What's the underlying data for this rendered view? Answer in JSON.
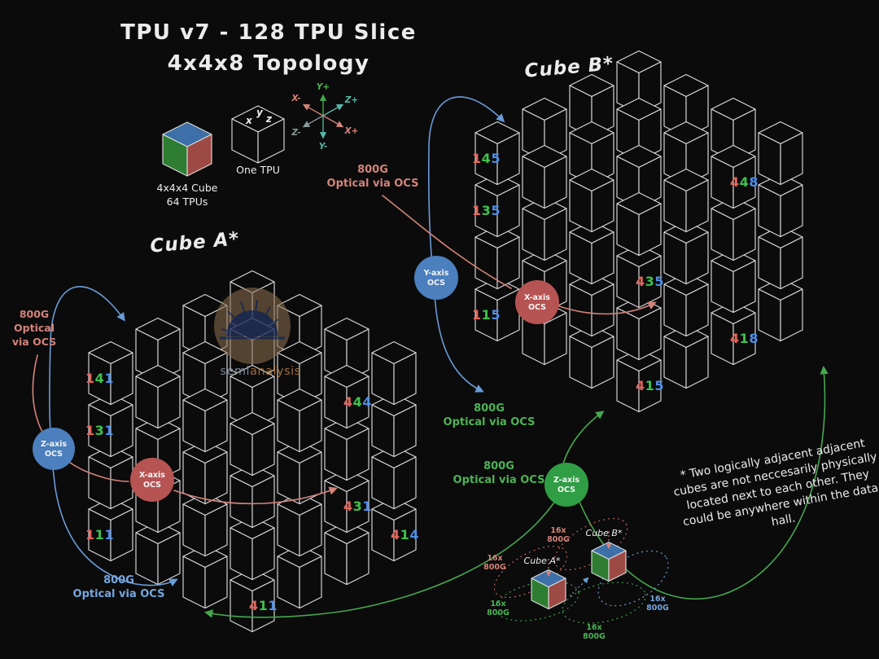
{
  "title": {
    "line1": "TPU v7 - 128 TPU Slice",
    "line2": "4x4x8 Topology"
  },
  "legend": {
    "cube_line1": "4x4x4 Cube",
    "cube_line2": "64 TPUs",
    "one_tpu": "One TPU",
    "ax_x": "x",
    "ax_y": "y",
    "ax_z": "z"
  },
  "axes": {
    "x_plus": "X+",
    "x_minus": "X-",
    "y_plus": "Y+",
    "y_minus": "Y-",
    "z_plus": "Z+",
    "z_minus": "Z-"
  },
  "cube_a": {
    "title": "Cube A*",
    "corner_labels": [
      "141",
      "131",
      "111",
      "444",
      "431",
      "414",
      "411"
    ]
  },
  "cube_b": {
    "title": "Cube B*",
    "corner_labels": [
      "145",
      "135",
      "115",
      "448",
      "435",
      "418",
      "415"
    ]
  },
  "ocs": [
    {
      "l1": "Y-axis",
      "l2": "OCS",
      "color": "blue"
    },
    {
      "l1": "X-axis",
      "l2": "OCS",
      "color": "red"
    },
    {
      "l1": "X-axis",
      "l2": "OCS",
      "color": "red"
    },
    {
      "l1": "Z-axis",
      "l2": "OCS",
      "color": "blue"
    },
    {
      "l1": "Z-axis",
      "l2": "OCS",
      "color": "green"
    }
  ],
  "links": {
    "red_top": {
      "l1": "800G",
      "l2": "Optical via OCS"
    },
    "red_left": {
      "l1": "800G",
      "l2": "Optical",
      "l3": "via OCS"
    },
    "green_mid": {
      "l1": "800G",
      "l2": "Optical via OCS"
    },
    "green_low": {
      "l1": "800G",
      "l2": "Optical via OCS"
    },
    "blue_low": {
      "l1": "800G",
      "l2": "Optical via OCS"
    }
  },
  "watermark": {
    "semi": "semi",
    "analysis": "analysis"
  },
  "footnote": {
    "lines": [
      "* Two logically adjacent adjacent",
      "cubes are not neccesarily physically",
      "located next to each other. They",
      "could be anywhere within the data",
      "hall."
    ]
  },
  "mini": {
    "cube_a": "Cube A*",
    "cube_b": "Cube B*",
    "labels": [
      {
        "l1": "16x",
        "l2": "800G",
        "color": "red"
      },
      {
        "l1": "16x",
        "l2": "800G",
        "color": "red"
      },
      {
        "l1": "16x",
        "l2": "800G",
        "color": "green"
      },
      {
        "l1": "16x",
        "l2": "800G",
        "color": "green"
      },
      {
        "l1": "16x",
        "l2": "800G",
        "color": "blue"
      }
    ]
  },
  "colors": {
    "red": "#d4837a",
    "green": "#45a84e",
    "blue": "#6b9bd8",
    "digit_red": "#e0645c",
    "digit_green": "#3fc24d",
    "digit_blue": "#4f8fe8",
    "face_top": "#3d6fa8",
    "face_left": "#2e7d32",
    "face_right": "#9e4a44"
  }
}
